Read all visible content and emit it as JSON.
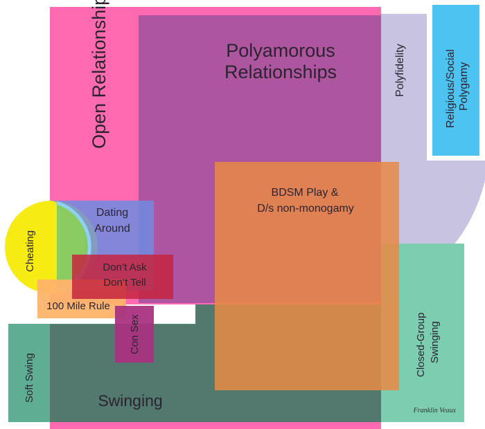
{
  "diagram": {
    "labels": {
      "open": "Open Relationships",
      "poly": "Polyamorous Relationships",
      "polyfidelity": "Polyfidelity",
      "religious": "Religious/Social Polygamy",
      "bdsm": "BDSM Play & D/s non-monogamy",
      "dating": "Dating Around",
      "cheating": "Cheating",
      "dadt": "Don't Ask Don't Tell",
      "mile": "100 Mile Rule",
      "consex": "Con Sex",
      "softswing": "Soft Swing",
      "swinging": "Swinging",
      "closed": "Closed-Group Swinging",
      "signature": "Franklin Veaux"
    },
    "colors": {
      "open": "#ff5aa7",
      "poly": "#a0519e",
      "polyfidelity": "#c7c3e0",
      "religious": "#4cc3f1",
      "bdsm": "#e98a45",
      "dating": "#7c8fdc",
      "cheating": "#f6ec13",
      "dadt": "#c4263f",
      "mile": "#ffb469",
      "consex": "#a8337f",
      "swinging": "#4fa08b",
      "closed": "#7dceb0"
    }
  }
}
